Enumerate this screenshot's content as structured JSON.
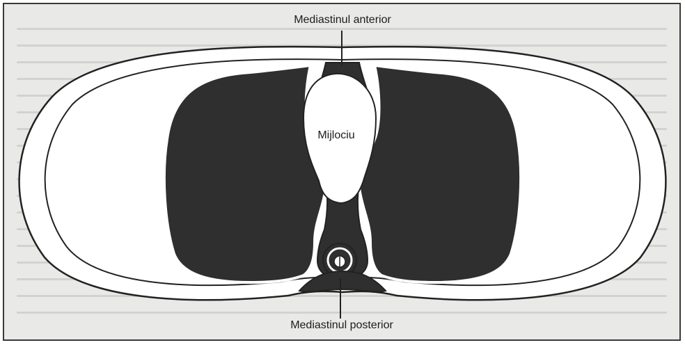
{
  "diagram": {
    "labels": {
      "anterior": "Mediastinul anterior",
      "middle": "Mijlociu",
      "posterior": "Mediastinul posterior"
    },
    "colors": {
      "background": "#e9e9e7",
      "lung_fill": "#2f2f2f",
      "outline": "#222222",
      "wall_fill": "#ffffff"
    }
  }
}
